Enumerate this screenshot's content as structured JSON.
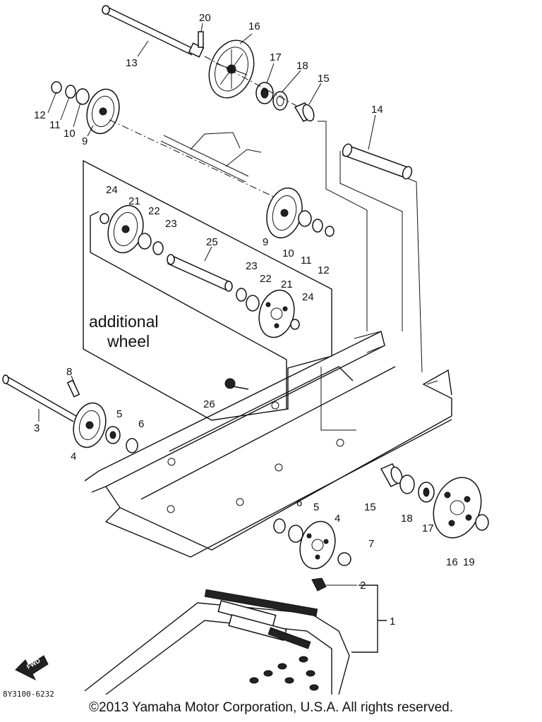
{
  "diagram": {
    "labels": {
      "n1": "1",
      "n2": "2",
      "n3": "3",
      "n4a": "4",
      "n4b": "4",
      "n5a": "5",
      "n5b": "5",
      "n6a": "6",
      "n6b": "6",
      "n7": "7",
      "n8": "8",
      "n9a": "9",
      "n9b": "9",
      "n10a": "10",
      "n10b": "10",
      "n11a": "11",
      "n11b": "11",
      "n12a": "12",
      "n12b": "12",
      "n13": "13",
      "n14": "14",
      "n15a": "15",
      "n15b": "15",
      "n16a": "16",
      "n16b": "16",
      "n17a": "17",
      "n17b": "17",
      "n18a": "18",
      "n18b": "18",
      "n19": "19",
      "n20": "20",
      "n21a": "21",
      "n21b": "21",
      "n22a": "22",
      "n22b": "22",
      "n23a": "23",
      "n23b": "23",
      "n24a": "24",
      "n24b": "24",
      "n25": "25",
      "n26": "26"
    },
    "note_line1": "additional",
    "note_line2": "wheel",
    "fwd": "FWD",
    "drawing_code": "8Y3100-6232"
  },
  "footer": {
    "copyright": "©2013 Yamaha Motor Corporation, U.S.A. All rights reserved."
  }
}
